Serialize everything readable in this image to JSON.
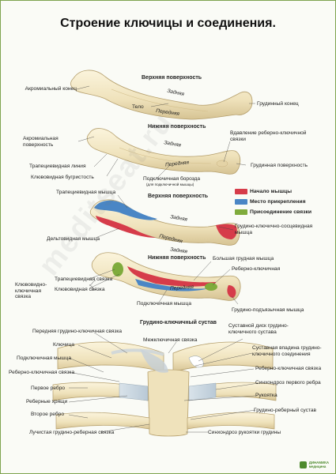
{
  "title": "Строение ключицы и соединения.",
  "colors": {
    "bone": "#f2e7c6",
    "bone_shadow": "#d8c79a",
    "muscle_origin": "#d63c4a",
    "attachment": "#4a86c5",
    "ligament": "#7fab3c",
    "frame": "#7ea34e"
  },
  "section1": {
    "heading": "Верхняя поверхность",
    "labels": {
      "acromial_end": "Акромиальный конец",
      "upper": "Задняя",
      "body": "Тело",
      "front": "Передняя",
      "sternal_end": "Грудинный конец"
    }
  },
  "section2": {
    "heading": "Нижняя поверхность",
    "labels": {
      "acromial_surface": "Акромиальная поверхность",
      "back": "Задняя",
      "impression": "Вдавление реберно-ключичной связки",
      "trapezoid_line": "Трапециевидная линия",
      "front": "Передняя",
      "sternal_surface": "Грудинная поверхность",
      "conoid_tubercle": "Клювовидная бугристость",
      "subclavian_groove": "Подключичная борозда",
      "subclavian_groove_note": "(для подключичной мышцы)"
    }
  },
  "legend": [
    {
      "label": "Начало мышцы",
      "color": "#d63c4a"
    },
    {
      "label": "Место прикрепления",
      "color": "#4a86c5"
    },
    {
      "label": "Присоединение связки",
      "color": "#7fab3c"
    }
  ],
  "section3": {
    "heading": "Верхняя поверхность",
    "labels": {
      "trapezius": "Трапециевидная мышца",
      "back": "Задняя",
      "sternocleidomastoid": "Грудино-ключично-сосцевидная мышца",
      "deltoid": "Дельтовидная мышца",
      "front": "Передняя"
    }
  },
  "section4": {
    "heading": "Нижняя поверхность",
    "labels": {
      "back": "Задняя",
      "pectoralis_major": "Большая грудная мышца",
      "costoclavicular": "Реберно-ключичная",
      "coracoclavicular": "Клювовидно-ключичная связка",
      "trapezoid_lig": "Трапециевидная связка",
      "conoid_lig": "Клювовидная связка",
      "front": "Передняя",
      "subclavius": "Подключичная мышца",
      "sternohyoid": "Грудино-подъязычная мышца"
    }
  },
  "section5": {
    "heading": "Грудино-ключичный сустав",
    "labels": {
      "ant_sternoclavicular": "Передняя грудино-ключичная связка",
      "interclavicular": "Межключичная связка",
      "articular_disc": "Суставной диск грудино-ключичного сустава",
      "clavicle": "Ключица",
      "subclavius": "Подключичная мышца",
      "articular_cavity": "Суставная впадина грудино-ключичного соединения",
      "costoclavicular_lig": "Реберно-ключичная связка",
      "first_rib": "Первое ребро",
      "synchondrosis_first": "Синхондроз первого ребра",
      "costal_cartilages": "Реберные хрящи",
      "manubrium": "Рукоятка",
      "second_rib": "Второе ребро",
      "sternocostal_joint": "Грудино-реберный сустав",
      "radiate_lig": "Лучистая грудино-реберная связка",
      "synchondrosis_manubrium": "Синхондроз рукоятки грудины"
    }
  },
  "watermark": "meditseat.ru",
  "logo": {
    "line1": "ДИНАМИКА",
    "line2": "медицина"
  }
}
